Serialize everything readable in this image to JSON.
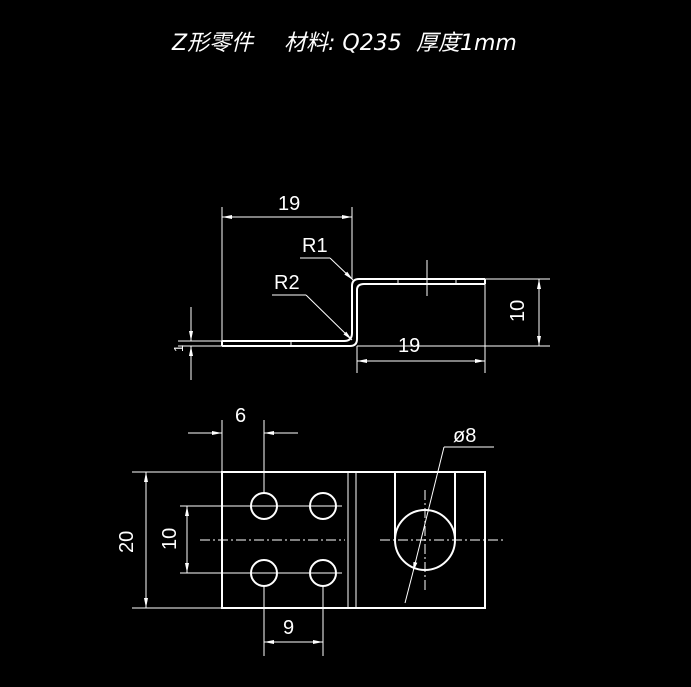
{
  "title": {
    "part": "Z形零件",
    "material": "材料: Q235",
    "thickness": "厚度1mm"
  },
  "side_view": {
    "dim_left_length": "19",
    "dim_right_length": "19",
    "dim_height": "10",
    "dim_thickness": "1",
    "radius_outer": "R1",
    "radius_inner": "R2"
  },
  "top_view": {
    "dim_hole_offset": "6",
    "dim_hole_spacing_x": "9",
    "dim_width": "20",
    "dim_hole_spacing_y": "10",
    "dim_big_hole_dia": "ø8"
  }
}
